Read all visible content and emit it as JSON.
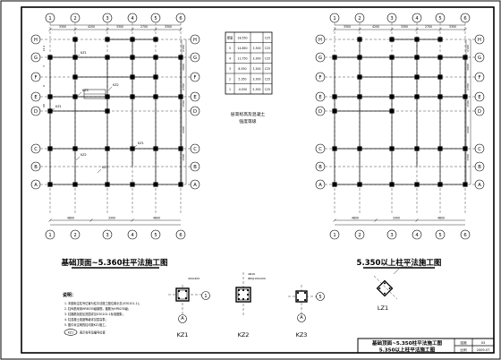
{
  "drawing": {
    "left_plan": {
      "title": "基础顶面~5.360柱平法施工图",
      "top_axes": [
        "1",
        "2",
        "3",
        "4",
        "5",
        "6"
      ],
      "side_axes": [
        "H",
        "G",
        "F",
        "E",
        "D",
        "C",
        "B",
        "A"
      ],
      "top_dims": [
        "3300",
        "4200",
        "3300",
        "2700",
        "3300"
      ],
      "bottom_dims": [
        "4800",
        "3300",
        "4800"
      ],
      "right_dims": [
        "2100",
        "3000",
        "2700",
        "1500",
        "4200",
        "1500"
      ],
      "left_dims": [
        "14.2",
        "3",
        "0",
        "00"
      ],
      "column_tags": [
        "KZ1",
        "KZ2",
        "KZ3",
        "KZ1",
        "KZ2",
        "KZ1",
        "KZ3"
      ]
    },
    "right_plan": {
      "title": "5.350以上柱平法施工图",
      "top_axes": [
        "1",
        "2",
        "3",
        "4",
        "5",
        "6"
      ],
      "side_axes": [
        "H",
        "G",
        "F",
        "E",
        "D",
        "C",
        "B",
        "A"
      ],
      "top_dims": [
        "3300",
        "4200",
        "3300",
        "2700",
        "3300"
      ],
      "bottom_dims": [
        "4800",
        "3300",
        "4800"
      ],
      "right_dims": [
        "2100",
        "3000",
        "2700",
        "1500",
        "4200",
        "1500"
      ]
    },
    "level_table": {
      "rows": [
        [
          "屋面",
          "18.550",
          "",
          "C25"
        ],
        [
          "5",
          "14.850",
          "3,300",
          "C25"
        ],
        [
          "4",
          "11.750",
          "3,300",
          "C25"
        ],
        [
          "3",
          "8.550",
          "3,300",
          "C25"
        ],
        [
          "2",
          "5.350",
          "3,300",
          "C25"
        ],
        [
          "1",
          "-0.050",
          "5,300",
          "C25"
        ]
      ],
      "caption_line1": "层高标高及混凝土",
      "caption_line2": "强度等级"
    },
    "notes": {
      "heading": "说明：",
      "lines": [
        "1. 本图标注柱号位置为柱平法施工图位置示意(03G101-1)；",
        "2. 柱纵筋采用HRB335级钢筋，箍筋为HPB235级；",
        "3. 柱箍筋加密区范围详见03G101-1标准图集；",
        "4. 柱混凝土强度等级详见层高表；",
        "5. 图中未注明的柱均按KZ1施工。"
      ],
      "legend_tag": "KZ1",
      "legend_text": "表示柱号及编号位置"
    },
    "sections": [
      {
        "id": "KZ1",
        "label": "KZ1",
        "axis": "1",
        "axis2": "A"
      },
      {
        "id": "KZ2",
        "label": "KZ2",
        "axis": "",
        "axis2": ""
      },
      {
        "id": "KZ3",
        "label": "KZ3",
        "axis": "5",
        "axis2": "A"
      },
      {
        "id": "LZ1",
        "label": "LZ1",
        "axis": "",
        "axis2": ""
      }
    ],
    "title_block": {
      "line1": "基础顶面~5.350柱平法施工图",
      "line2": "5.350以上柱平法施工图",
      "cell_a": "结施",
      "cell_b": "03",
      "cell_c": "2009.07",
      "cell_d": "比例"
    }
  }
}
